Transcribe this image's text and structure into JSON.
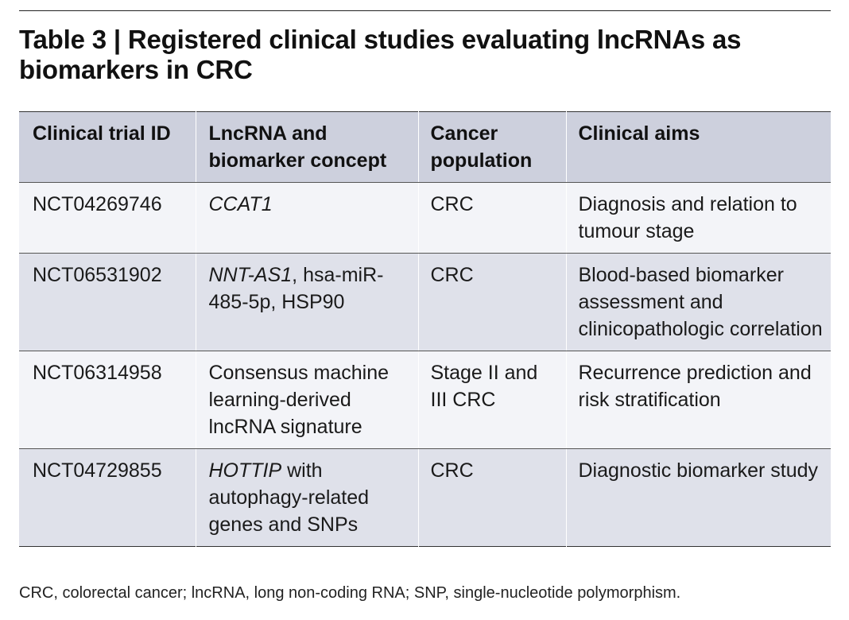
{
  "title": "Table 3 | Registered clinical studies evaluating lncRNAs as biomarkers in CRC",
  "columns": [
    "Clinical trial ID",
    "LncRNA and biomarker concept",
    "Cancer population",
    "Clinical aims"
  ],
  "rows": [
    {
      "trial_id": "NCT04269746",
      "lncrna_italic": "CCAT1",
      "lncrna_rest": "",
      "population": "CRC",
      "aims": "Diagnosis and relation to tumour stage"
    },
    {
      "trial_id": "NCT06531902",
      "lncrna_italic": "NNT-AS1",
      "lncrna_rest": ", hsa-miR-485-5p, HSP90",
      "population": "CRC",
      "aims": "Blood-based biomarker assessment and clinicopathologic correlation"
    },
    {
      "trial_id": "NCT06314958",
      "lncrna_italic": "",
      "lncrna_rest": "Consensus machine learning-derived lncRNA signature",
      "population": "Stage II and III CRC",
      "aims": "Recurrence prediction and risk stratification"
    },
    {
      "trial_id": "NCT04729855",
      "lncrna_italic": "HOTTIP",
      "lncrna_rest": " with autophagy-related genes and SNPs",
      "population": "CRC",
      "aims": "Diagnostic biomarker study"
    }
  ],
  "footnote": "CRC, colorectal cancer; lncRNA, long non-coding RNA; SNP, single-nucleotide polymorphism."
}
